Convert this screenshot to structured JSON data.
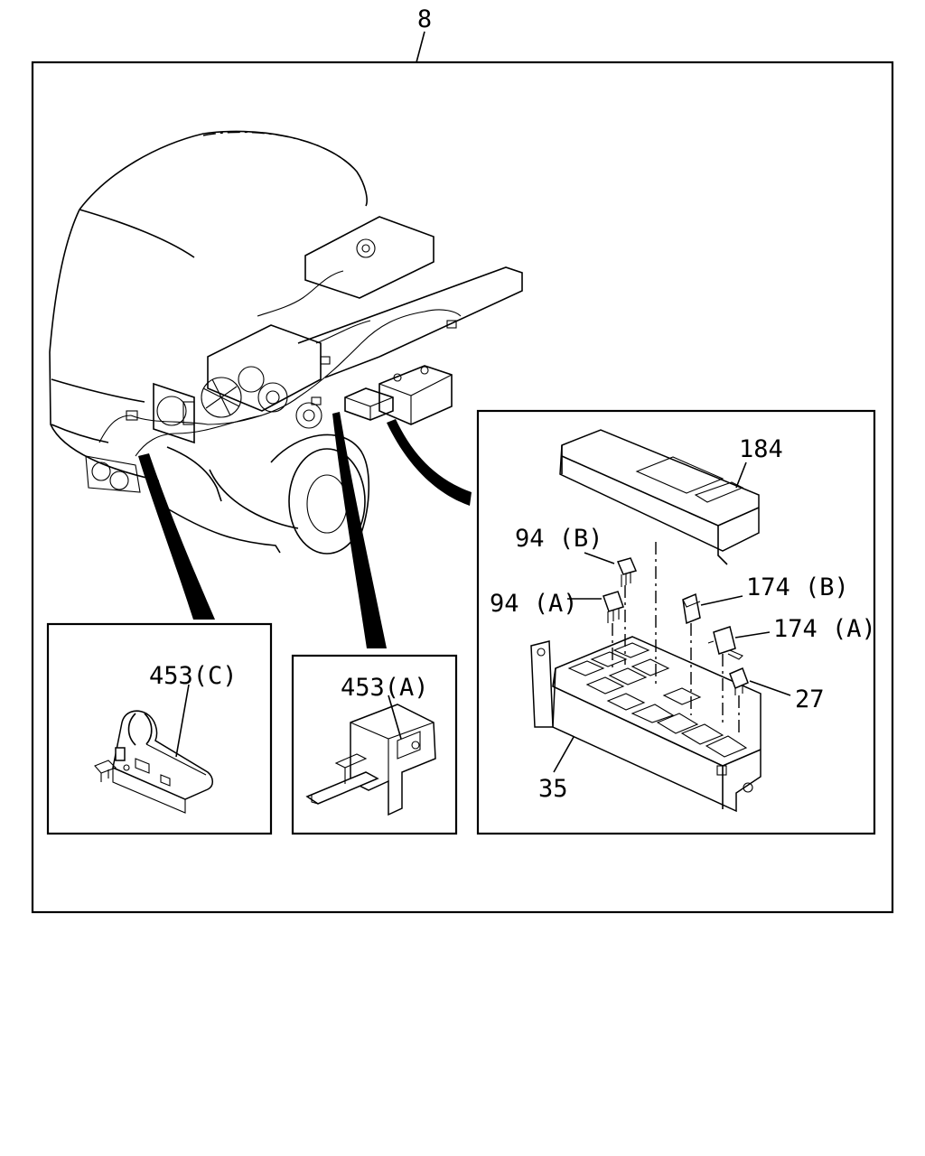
{
  "labels": {
    "assembly": "8",
    "cover": "184",
    "fuse_94b": "94 (B)",
    "fuse_94a": "94 (A)",
    "relay_174b": "174 (B)",
    "relay_174a": "174 (A)",
    "relay_27": "27",
    "box_35": "35",
    "bracket_453c": "453(C)",
    "bracket_453a": "453(A)"
  }
}
